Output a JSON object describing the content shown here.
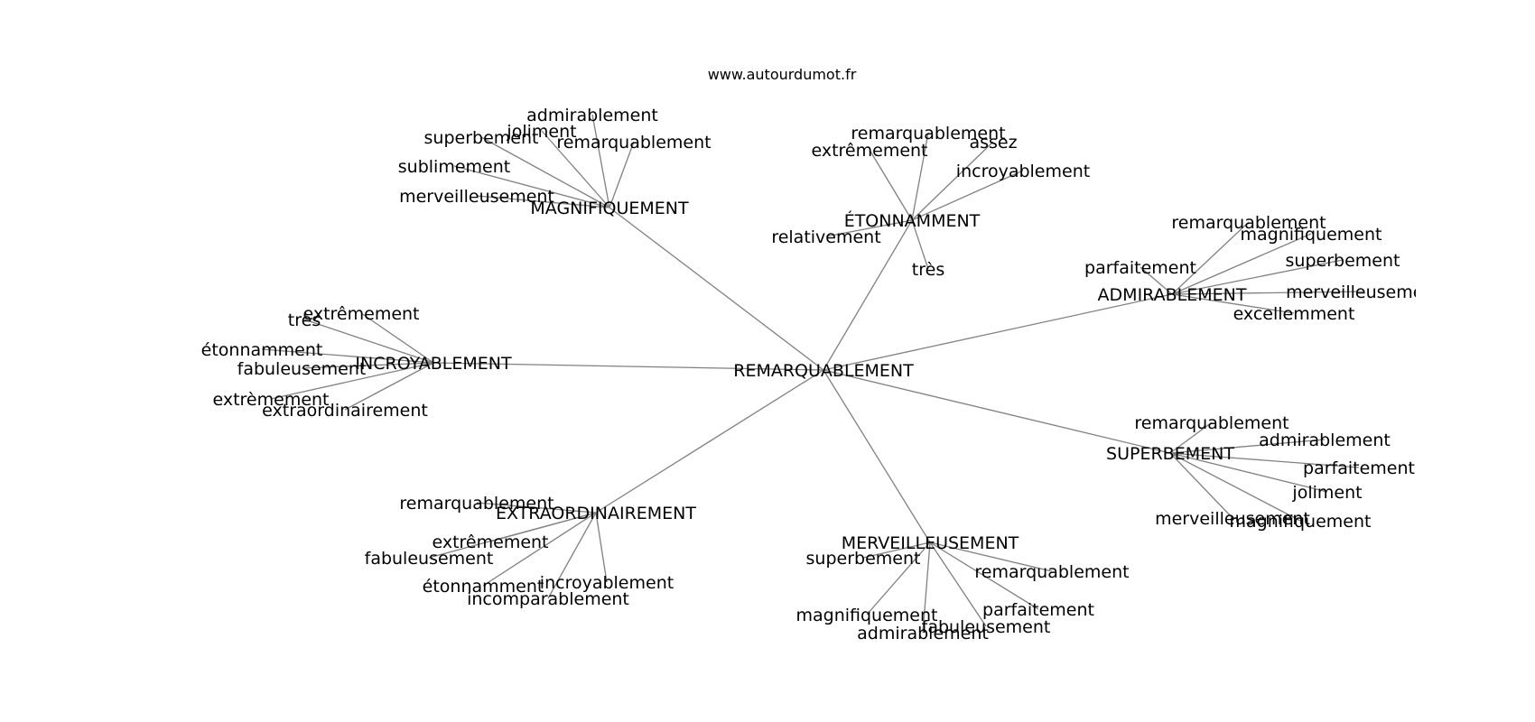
{
  "site": "www.autourdumot.fr",
  "center": "REMARQUABLEMENT",
  "hubs": [
    {
      "label": "MAGNIFIQUEMENT",
      "leaves": [
        "admirablement",
        "joliment",
        "superbement",
        "remarquablement",
        "sublimement",
        "merveilleusement"
      ]
    },
    {
      "label": "ÉTONNAMMENT",
      "leaves": [
        "remarquablement",
        "assez",
        "extrêmement",
        "incroyablement",
        "relativement",
        "très"
      ]
    },
    {
      "label": "ADMIRABLEMENT",
      "leaves": [
        "remarquablement",
        "magnifiquement",
        "parfaitement",
        "superbement",
        "merveilleusement",
        "excellemment"
      ]
    },
    {
      "label": "INCROYABLEMENT",
      "leaves": [
        "extrêmement",
        "très",
        "étonnamment",
        "fabuleusement",
        "extrèmement",
        "extraordinairement"
      ]
    },
    {
      "label": "SUPERBEMENT",
      "leaves": [
        "remarquablement",
        "admirablement",
        "parfaitement",
        "joliment",
        "merveilleusement",
        "magnifiquement"
      ]
    },
    {
      "label": "EXTRAORDINAIREMENT",
      "leaves": [
        "remarquablement",
        "extrêmement",
        "fabuleusement",
        "étonnamment",
        "incroyablement",
        "incomparablement"
      ]
    },
    {
      "label": "MERVEILLEUSEMENT",
      "leaves": [
        "superbement",
        "remarquablement",
        "parfaitement",
        "magnifiquement",
        "fabuleusement",
        "admirablement"
      ]
    }
  ]
}
